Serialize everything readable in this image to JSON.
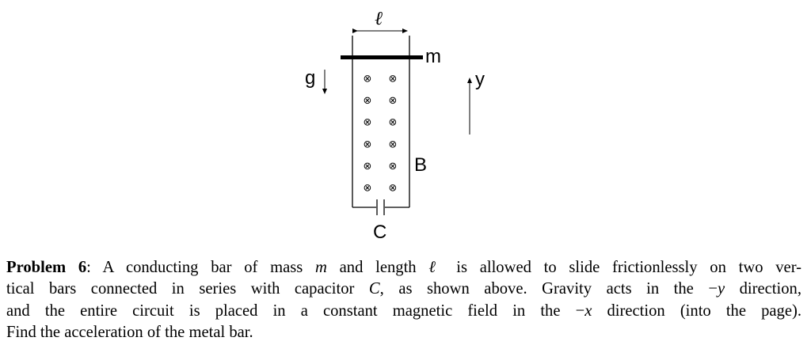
{
  "figure": {
    "length_label": "ℓ",
    "mass_label": "m",
    "gravity_label": "g",
    "y_axis_label": "y",
    "field_label": "B",
    "capacitor_label": "C",
    "field_symbol": "⊗",
    "field_rows": 6,
    "field_columns": 2
  },
  "problem": {
    "heading": "Problem 6",
    "line1": ": A conducting bar of mass ",
    "m": "m",
    "line1b": " and length ",
    "ell": "ℓ",
    "line1c": " is allowed to slide frictionlessly on two ver-",
    "line2a": "tical bars connected in series with capacitor ",
    "C": "C",
    "line2b": ", as shown above. Gravity acts in the −",
    "y": "y",
    "line2c": " direction,",
    "line3a": "and the entire circuit is placed in a constant magnetic field in the −",
    "x": "x",
    "line3b": " direction (into the page).",
    "line4": "Find the acceleration of the metal bar."
  }
}
